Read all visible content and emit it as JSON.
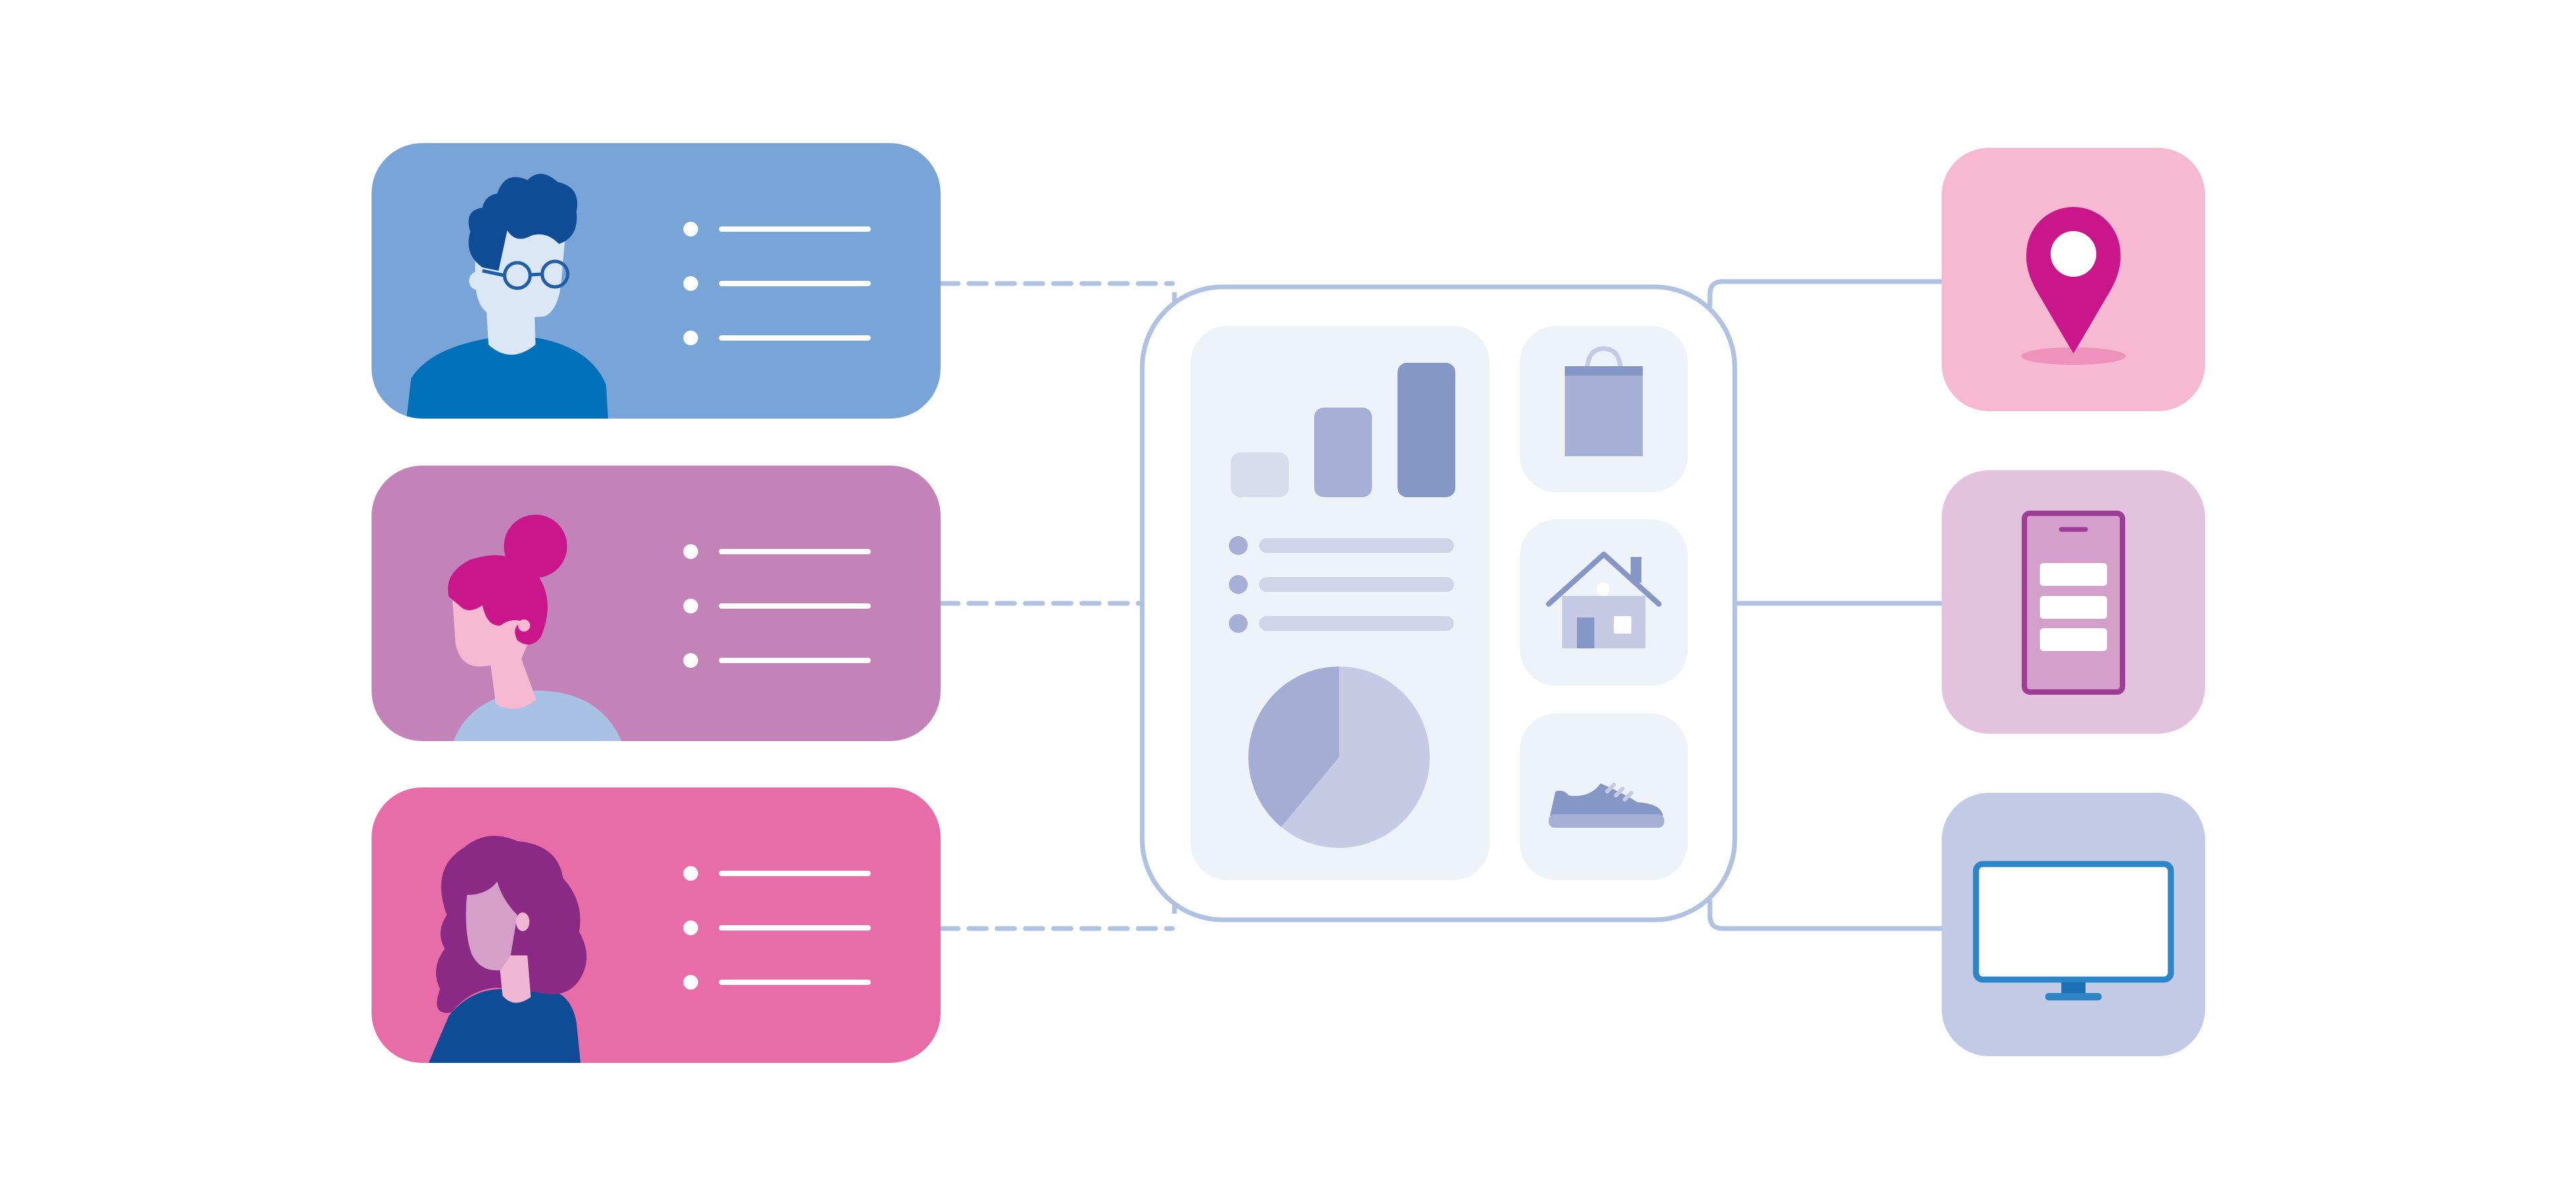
{
  "colors": {
    "background": "#ffffff",
    "connector": "#b0c2e2",
    "profile_blue": "#78a4d7",
    "profile_purple": "#c382b8",
    "profile_pink": "#e76ca8",
    "hub_panel": "#eef2f9",
    "bar_light": "#d7dded",
    "bar_mid": "#a6b0d6",
    "bar_dark": "#8597c7",
    "list_line": "#cfd4e8",
    "pie_dark": "#a6add4",
    "pie_light": "#c5cbe5",
    "location_tile": "#f7b8d2",
    "location_pin": "#c9168b",
    "phone_tile": "#e3c2de",
    "phone_frame": "#9d3d98",
    "monitor_tile": "#c3cae5",
    "monitor_frame": "#2b85c6"
  },
  "profiles": [
    {
      "avatar": "man-with-glasses-avatar",
      "bullets": 3
    },
    {
      "avatar": "woman-with-bun-avatar",
      "bullets": 3
    },
    {
      "avatar": "woman-with-curly-hair-avatar",
      "bullets": 3
    }
  ],
  "hub": {
    "chart": {
      "type": "bar",
      "values": [
        1,
        2,
        3
      ]
    },
    "list_items": 3,
    "pie": {
      "values": [
        0.39,
        0.61
      ]
    },
    "categories": [
      "shopping-bag-icon",
      "house-icon",
      "sneaker-icon"
    ]
  },
  "channels": [
    "location-pin-icon",
    "smartphone-icon",
    "monitor-icon"
  ]
}
